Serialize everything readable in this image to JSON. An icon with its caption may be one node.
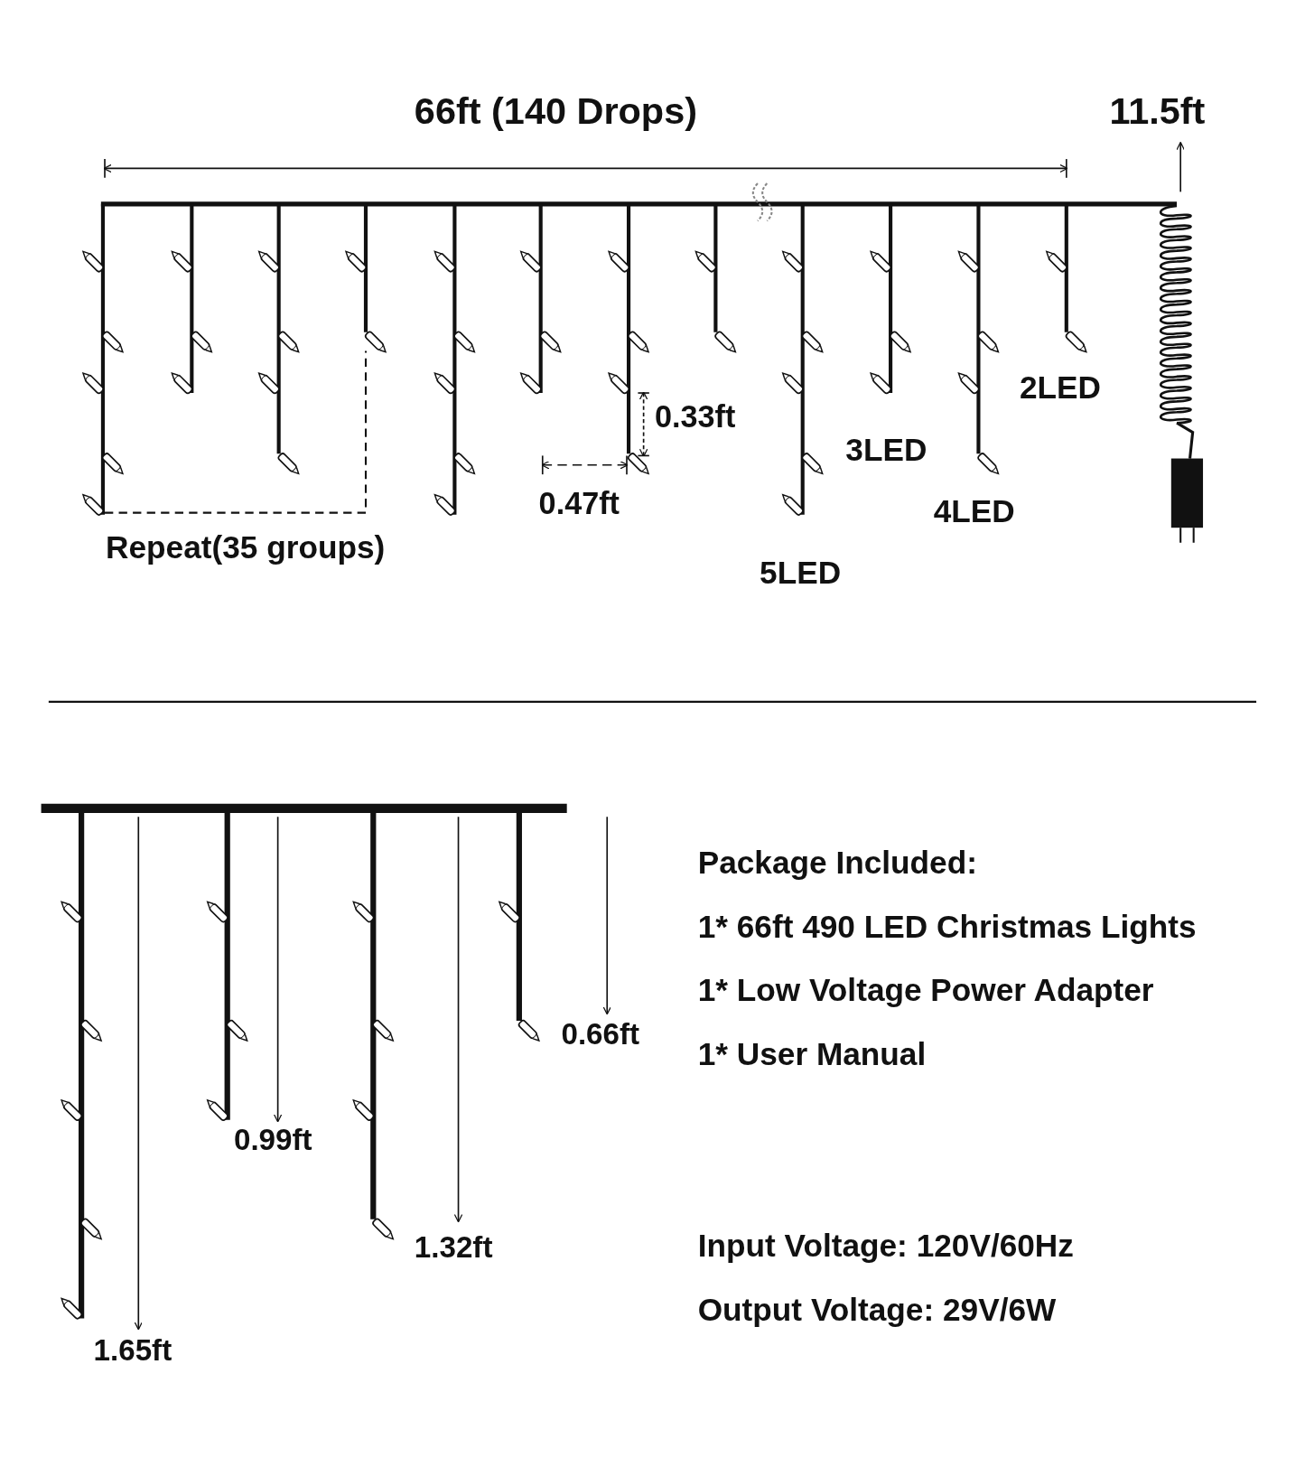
{
  "diagram": {
    "labels": [
      "66ft (140 Drops)",
      "11.5ft",
      "2LED",
      "0.33ft",
      "3LED",
      "0.47ft",
      "4LED",
      "Repeat(35 groups)",
      "5LED",
      "Package Included:",
      "1* 66ft 490 LED Christmas Lights",
      "1* Low Voltage Power Adapter",
      "0.66ft",
      "1* User Manual",
      "0.99ft",
      "1.32ft",
      "Input Voltage: 120V/60Hz",
      "Output Voltage: 29V/6W",
      "1.65ft"
    ]
  }
}
